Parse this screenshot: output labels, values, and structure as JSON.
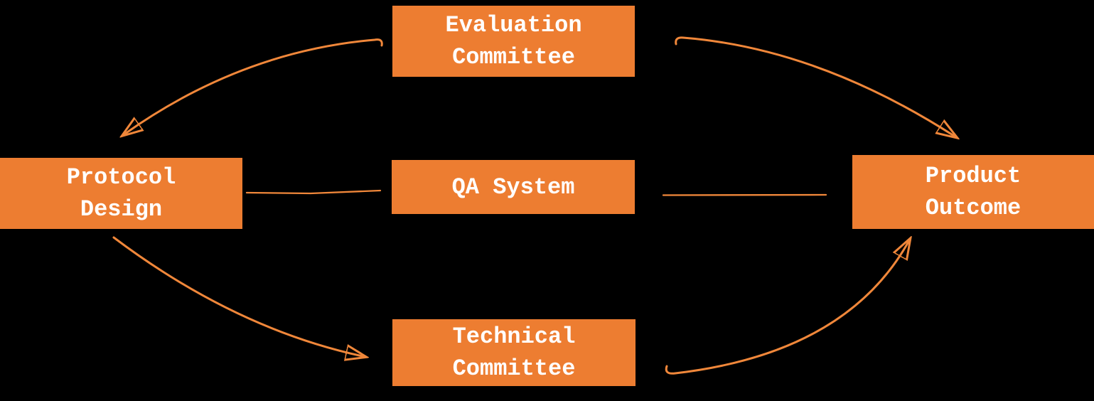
{
  "diagram": {
    "title": "QA System relationship diagram",
    "colors": {
      "background": "#000000",
      "node_fill": "#ED7D31",
      "node_text": "#FFFFFF",
      "connector": "#F0873A"
    },
    "nodes": [
      {
        "id": "evaluation-committee",
        "label": "Evaluation Committee",
        "lines": [
          "Evaluation",
          "Committee"
        ],
        "position": "top-center"
      },
      {
        "id": "protocol-design",
        "label": "Protocol Design",
        "lines": [
          "Protocol",
          "Design"
        ],
        "position": "middle-left"
      },
      {
        "id": "qa-system",
        "label": "QA System",
        "lines": [
          "QA System"
        ],
        "position": "middle-center"
      },
      {
        "id": "product-outcome",
        "label": "Product Outcome",
        "lines": [
          "Product",
          "Outcome"
        ],
        "position": "middle-right"
      },
      {
        "id": "technical-committee",
        "label": "Technical Committee",
        "lines": [
          "Technical",
          "Committee"
        ],
        "position": "bottom-center"
      }
    ],
    "connectors": [
      {
        "from": "evaluation-committee",
        "to": "protocol-design",
        "style": "curved",
        "arrowhead": true
      },
      {
        "from": "evaluation-committee",
        "to": "product-outcome",
        "style": "curved",
        "arrowhead": true
      },
      {
        "from": "protocol-design",
        "to": "technical-committee",
        "style": "curved",
        "arrowhead": true
      },
      {
        "from": "technical-committee",
        "to": "product-outcome",
        "style": "curved",
        "arrowhead": true
      },
      {
        "from": "protocol-design",
        "to": "qa-system",
        "style": "straight-line",
        "arrowhead": false
      },
      {
        "from": "qa-system",
        "to": "product-outcome",
        "style": "straight-line",
        "arrowhead": false
      }
    ]
  }
}
